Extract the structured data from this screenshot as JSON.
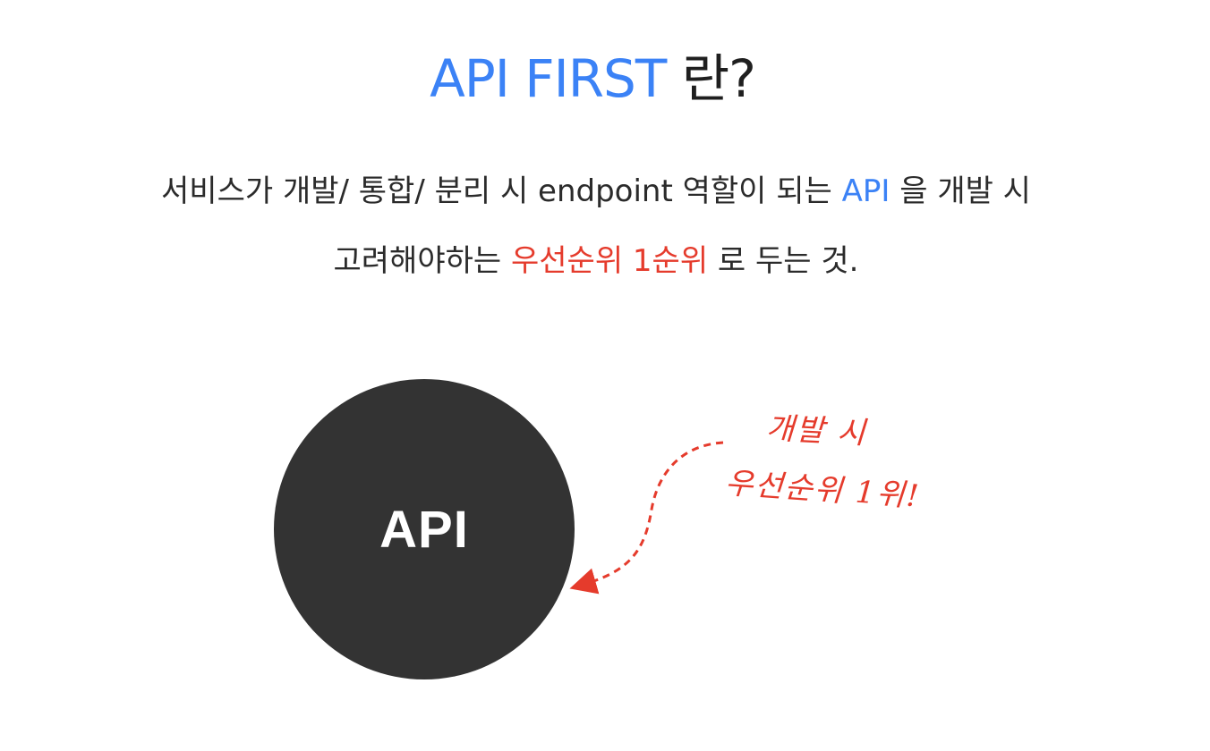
{
  "title": {
    "accent": "API FIRST",
    "rest": "란?"
  },
  "description": {
    "line1": {
      "before": "서비스가 개발/ 통합/ 분리 시 endpoint 역할이 되는 ",
      "highlight": "API",
      "after": " 을 개발 시"
    },
    "line2": {
      "before": "고려해야하는 ",
      "highlight": "우선순위 1순위",
      "after": " 로 두는 것."
    }
  },
  "diagram": {
    "circle_label": "API",
    "note_line1": "개발 시",
    "note_line2": "우선순위 1위!"
  },
  "colors": {
    "accent_blue": "#3b82f6",
    "accent_red": "#e53b2c",
    "circle_fill": "#333333"
  }
}
